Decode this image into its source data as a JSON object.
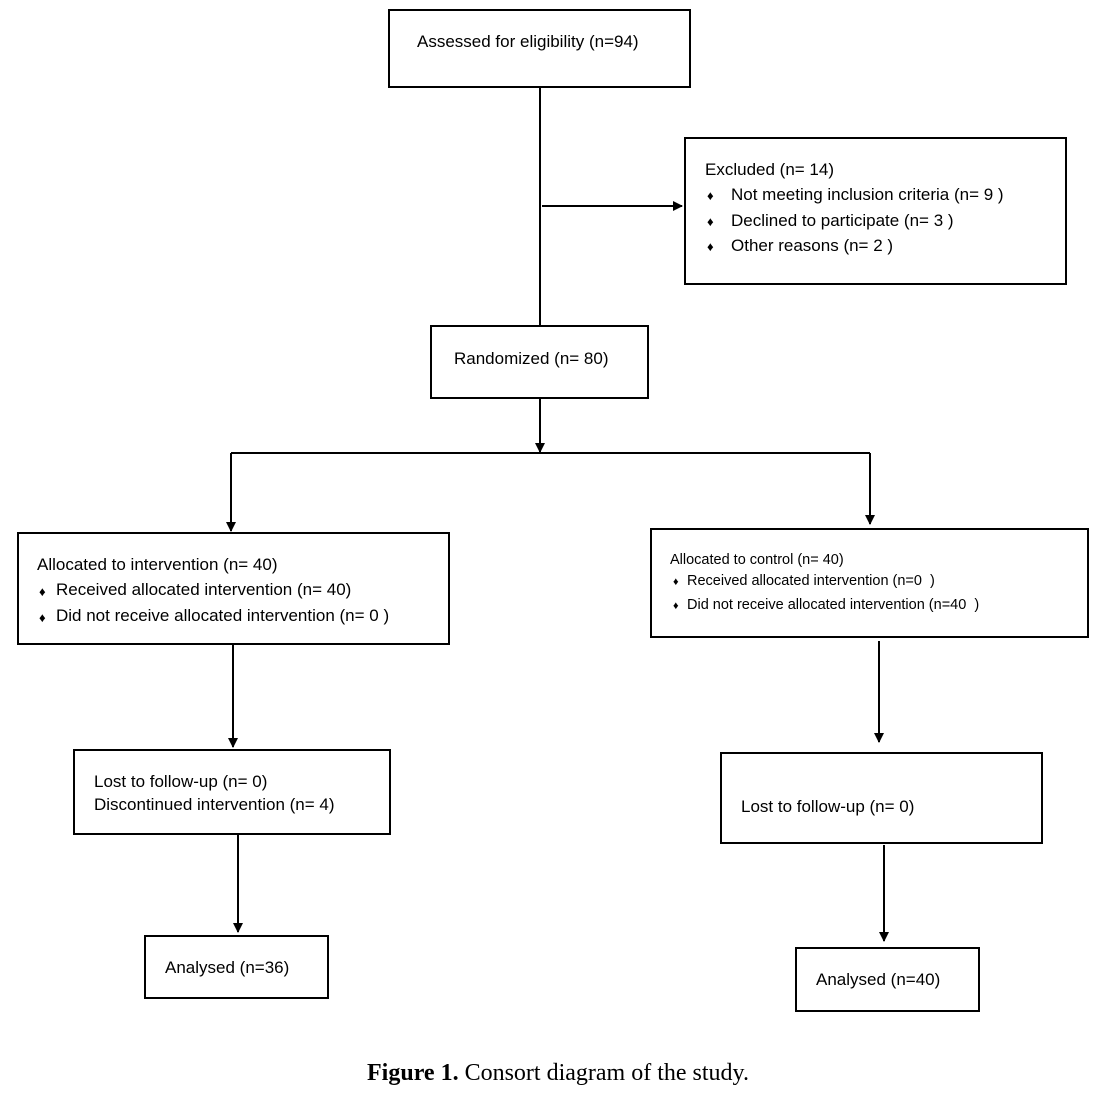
{
  "assessed": {
    "label": "Assessed for eligibility (n=94)"
  },
  "excluded": {
    "title": "Excluded (n= 14)",
    "bullet": "♦",
    "items": [
      "Not meeting inclusion criteria (n= 9 )",
      "Declined to participate (n= 3 )",
      "Other reasons (n= 2 )"
    ]
  },
  "randomized": {
    "label": "Randomized (n= 80)"
  },
  "intervention": {
    "title": "Allocated to intervention (n= 40)",
    "items": [
      "Received allocated intervention (n= 40)",
      "Did not receive allocated intervention (n= 0 )"
    ],
    "followup": [
      "Lost to follow-up (n= 0)",
      "Discontinued intervention (n= 4)"
    ],
    "analysed": "Analysed (n=36)"
  },
  "control": {
    "title": "Allocated to control (n= 40)",
    "items": [
      "Received allocated intervention (n=0  )",
      "Did not receive allocated intervention (n=40  )"
    ],
    "followup": [
      "Lost to follow-up (n= 0)"
    ],
    "analysed": "Analysed (n=40)"
  },
  "caption": {
    "label": "Figure 1.",
    "text": " Consort diagram of the study."
  }
}
